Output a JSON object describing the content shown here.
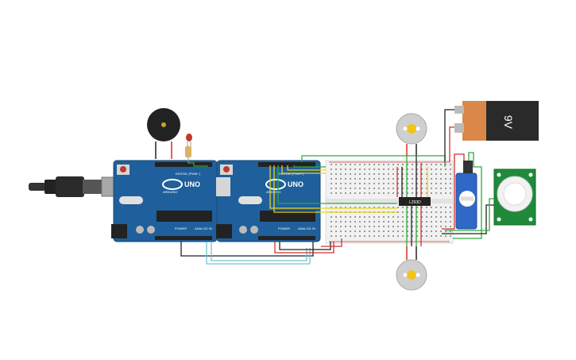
{
  "circuit": {
    "arduino_left": {
      "brand": "UNO",
      "maker": "ARDUINO",
      "digital_label": "DIGITAL (PWM~)",
      "power_label": "POWER",
      "analog_label": "ANALOG IN"
    },
    "arduino_right": {
      "brand": "UNO",
      "maker": "ARDUINO",
      "digital_label": "DIGITAL (PWM~)",
      "power_label": "POWER",
      "analog_label": "ANALOG IN"
    },
    "battery": {
      "label": "9V"
    },
    "motor_driver": {
      "label": "L293D"
    },
    "pir_sensor": {
      "label": ""
    }
  },
  "colors": {
    "board": "#1f5f9b",
    "wire_red": "#d32f2f",
    "wire_black": "#222222",
    "wire_green": "#2eaa3a",
    "wire_yellow": "#e8d21d",
    "wire_teal": "#6fc6d0",
    "battery_orange": "#d9884a",
    "sensor_green": "#1f8a3a"
  },
  "icons": [
    "usb-cable-icon",
    "buzzer-icon",
    "led-icon",
    "resistor-icon",
    "dc-motor-icon",
    "battery-icon",
    "servo-icon",
    "pir-sensor-icon"
  ]
}
